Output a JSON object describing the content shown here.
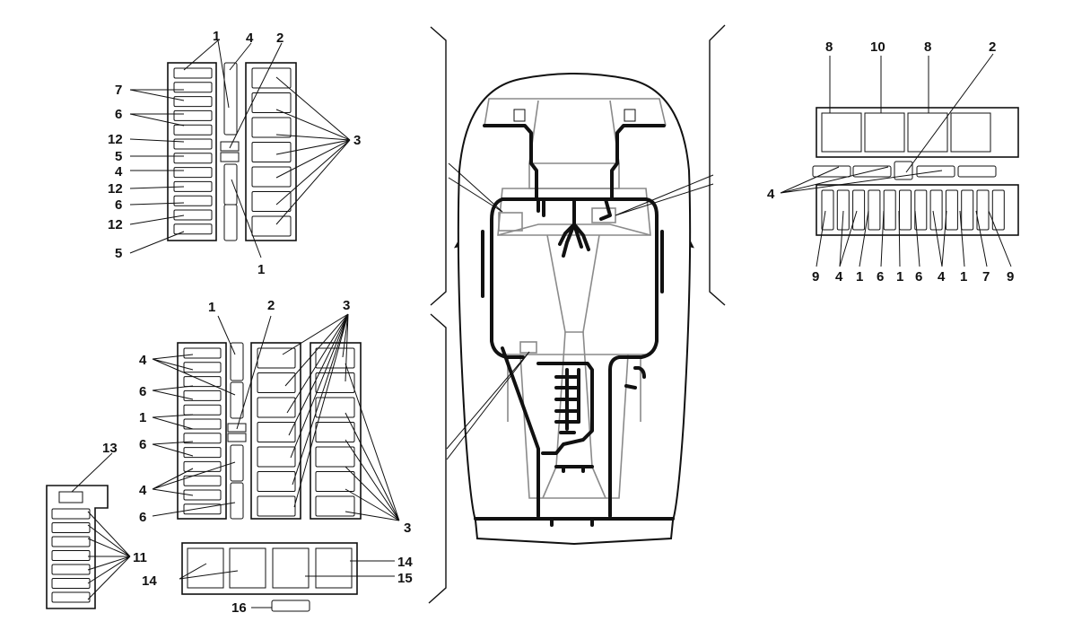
{
  "diagram": {
    "fusebox_front_left": {
      "callouts": [
        "1",
        "4",
        "2",
        "7",
        "6",
        "12",
        "5",
        "4",
        "12",
        "6",
        "12",
        "5",
        "3",
        "1"
      ]
    },
    "fusebox_front_right": {
      "callouts": [
        "8",
        "10",
        "8",
        "2",
        "4",
        "9",
        "4",
        "1",
        "6",
        "1",
        "6",
        "4",
        "1",
        "7",
        "9"
      ]
    },
    "fusebox_rear": {
      "callouts": [
        "1",
        "2",
        "3",
        "4",
        "6",
        "1",
        "6",
        "4",
        "6",
        "3"
      ]
    },
    "relay_panel": {
      "callouts": [
        "13",
        "11"
      ]
    },
    "relay_block_bottom": {
      "callouts": [
        "14",
        "14",
        "15",
        "16"
      ]
    }
  }
}
